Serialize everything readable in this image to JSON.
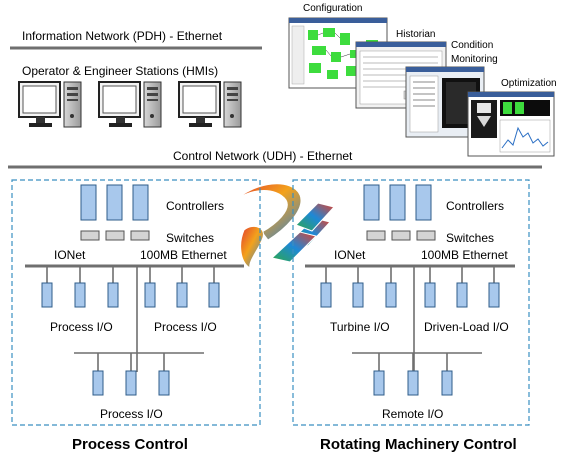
{
  "top": {
    "info_network": "Information Network (PDH) - Ethernet",
    "hmi_title": "Operator & Engineer Stations (HMIs)",
    "control_network": "Control Network (UDH)  - Ethernet"
  },
  "screens": {
    "configuration": "Configuration",
    "historian": "Historian",
    "condition": "Condition",
    "monitoring": "Monitoring",
    "optimization": "Optimization"
  },
  "process_panel": {
    "controllers": "Controllers",
    "switches": "Switches",
    "ionet": "IONet",
    "ethernet": "100MB Ethernet",
    "io_left": "Process I/O",
    "io_right": "Process I/O",
    "io_bottom": "Process I/O",
    "title": "Process Control"
  },
  "rotating_panel": {
    "controllers": "Controllers",
    "switches": "Switches",
    "ionet": "IONet",
    "ethernet": "100MB Ethernet",
    "io_left": "Turbine I/O",
    "io_right": "Driven-Load I/O",
    "io_bottom": "Remote I/O",
    "title": "Rotating Machinery Control"
  },
  "colors": {
    "module_fill": "#a8c8ec",
    "module_stroke": "#2f5d8a",
    "bus": "#6f6f6f",
    "panel_border": "#3a8fc1",
    "screen_green": "#3ddc3d"
  }
}
